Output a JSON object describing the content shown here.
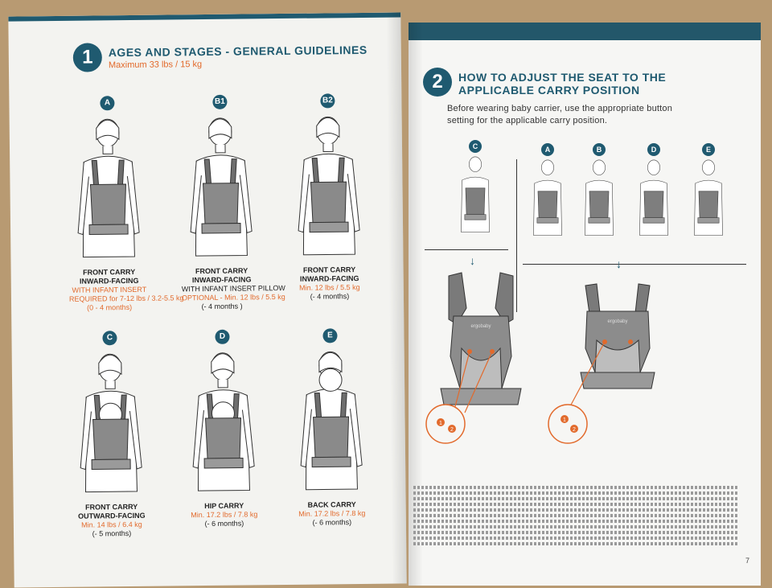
{
  "left": {
    "section_number": "1",
    "title": "AGES AND STAGES - GENERAL GUIDELINES",
    "subtitle": "Maximum 33 lbs / 15 kg",
    "figures": [
      {
        "badge": "A",
        "lines": [
          {
            "text": "FRONT CARRY",
            "style": "t"
          },
          {
            "text": "INWARD-FACING",
            "style": "t"
          },
          {
            "text": "WITH INFANT INSERT",
            "style": "o"
          },
          {
            "text": "REQUIRED for 7-12 lbs / 3.2-5.5 kg",
            "style": "o"
          },
          {
            "text": "(0 - 4 months)",
            "style": "o"
          }
        ]
      },
      {
        "badge": "B1",
        "lines": [
          {
            "text": "FRONT CARRY",
            "style": "t"
          },
          {
            "text": "INWARD-FACING",
            "style": "t"
          },
          {
            "text": "WITH INFANT INSERT PILLOW",
            "style": "d"
          },
          {
            "text": "OPTIONAL - Min. 12 lbs / 5.5 kg",
            "style": "o"
          },
          {
            "text": "(- 4 months )",
            "style": "d"
          }
        ]
      },
      {
        "badge": "B2",
        "lines": [
          {
            "text": "FRONT CARRY",
            "style": "t"
          },
          {
            "text": "INWARD-FACING",
            "style": "t"
          },
          {
            "text": "Min. 12 lbs / 5.5 kg",
            "style": "o"
          },
          {
            "text": "(- 4 months)",
            "style": "d"
          }
        ]
      },
      {
        "badge": "C",
        "lines": [
          {
            "text": "FRONT CARRY",
            "style": "t"
          },
          {
            "text": "OUTWARD-FACING",
            "style": "t"
          },
          {
            "text": "Min. 14 lbs / 6.4 kg",
            "style": "o"
          },
          {
            "text": "(- 5 months)",
            "style": "d"
          }
        ]
      },
      {
        "badge": "D",
        "lines": [
          {
            "text": "HIP CARRY",
            "style": "t"
          },
          {
            "text": "Min. 17.2 lbs / 7.8 kg",
            "style": "o"
          },
          {
            "text": "(- 6 months)",
            "style": "d"
          }
        ]
      },
      {
        "badge": "E",
        "lines": [
          {
            "text": "BACK CARRY",
            "style": "t"
          },
          {
            "text": "Min. 17.2 lbs / 7.8 kg",
            "style": "o"
          },
          {
            "text": "(- 6 months)",
            "style": "d"
          }
        ]
      }
    ]
  },
  "right": {
    "section_number": "2",
    "title_line1": "HOW TO ADJUST THE SEAT TO THE",
    "title_line2": "APPLICABLE CARRY POSITION",
    "intro_line1": "Before wearing baby carrier, use the appropriate button",
    "intro_line2": "setting for the applicable carry position.",
    "figures": [
      {
        "badge": "C"
      },
      {
        "badge": "A"
      },
      {
        "badge": "B"
      },
      {
        "badge": "D"
      },
      {
        "badge": "E"
      }
    ],
    "arrow_glyph": "↓",
    "callout_1": "1",
    "callout_2": "2",
    "carrier_brand": "ergobaby",
    "page_number": "7"
  },
  "colors": {
    "accent": "#1f5a70",
    "highlight": "#e26a2c",
    "page": "#f3f3f0",
    "table": "#b89a72"
  }
}
